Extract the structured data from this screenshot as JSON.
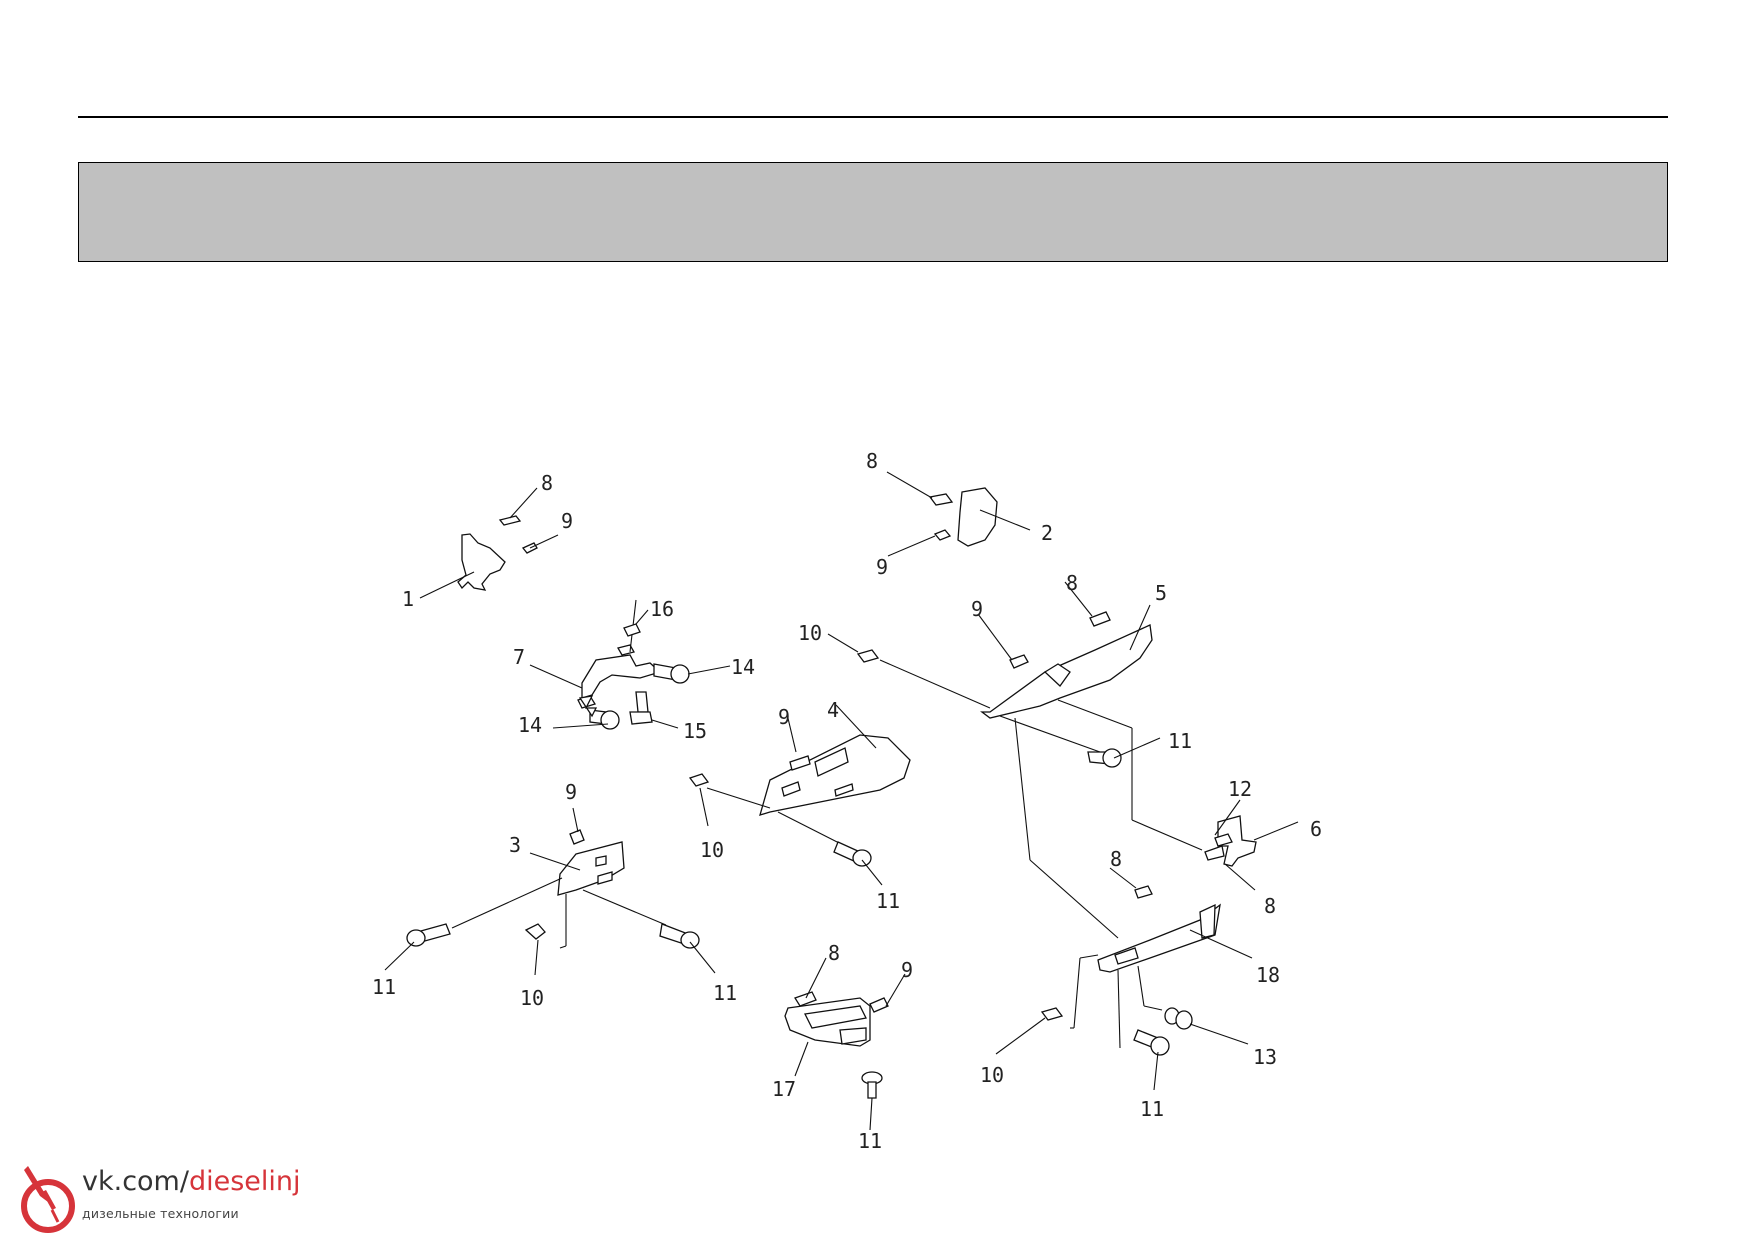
{
  "callouts": [
    "1",
    "2",
    "3",
    "4",
    "5",
    "6",
    "7",
    "8",
    "9",
    "10",
    "11",
    "12",
    "13",
    "14",
    "15",
    "16",
    "17",
    "18"
  ],
  "logo": {
    "prefix": "vk.com/",
    "name": "dieselinj",
    "tagline": "дизельные технологии",
    "accent_color": "#d6343a"
  },
  "colors": {
    "header_bar": "#c0c0c0",
    "line": "#111111"
  }
}
